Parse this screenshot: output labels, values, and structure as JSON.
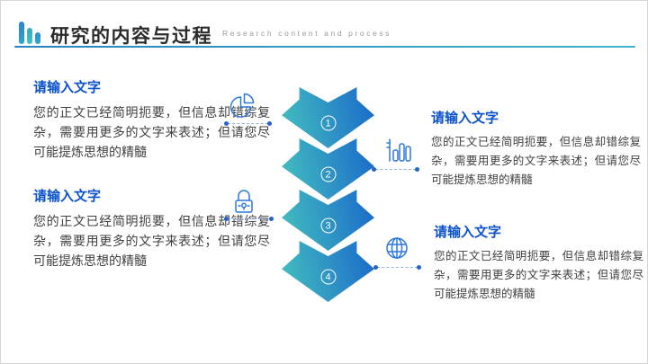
{
  "header": {
    "title": "研究的内容与过程",
    "subtitle": "Research content and process",
    "logo_icon": "bar-chart-logo-icon"
  },
  "steps": [
    {
      "number": "1"
    },
    {
      "number": "2"
    },
    {
      "number": "3"
    },
    {
      "number": "4"
    }
  ],
  "blocks": [
    {
      "heading": "请输入文字",
      "icon": "pie-chart-icon",
      "body": "您的正文已经简明扼要，但信息却错综复杂，需要用更多的文字来表述；但请您尽可能提炼思想的精髓"
    },
    {
      "heading": "请输入文字",
      "icon": "bar-chart-icon",
      "body": "您的正文已经简明扼要，但信息却错综复杂，需要用更多的文字来表述；但请您尽可能提炼思想的精髓"
    },
    {
      "heading": "请输入文字",
      "icon": "lock-icon",
      "body": "您的正文已经简明扼要，但信息却错综复杂，需要用更多的文字来表述；但请您尽可能提炼思想的精髓"
    },
    {
      "heading": "请输入文字",
      "icon": "globe-icon",
      "body": "您的正文已经简明扼要，但信息却错综复杂，需要用更多的文字来表述；但请您尽可能提炼思想的精髓"
    }
  ],
  "colors": {
    "arrow_teal": "#41bac0",
    "arrow_blue": "#1d6fc9",
    "heading_blue": "#0b52cc",
    "icon_stroke": "#2e79d8",
    "connector_dot": "#2563c8",
    "body_text": "#404040",
    "title_text": "#2b2b2b",
    "subtitle_gray": "#9a9a9a"
  }
}
